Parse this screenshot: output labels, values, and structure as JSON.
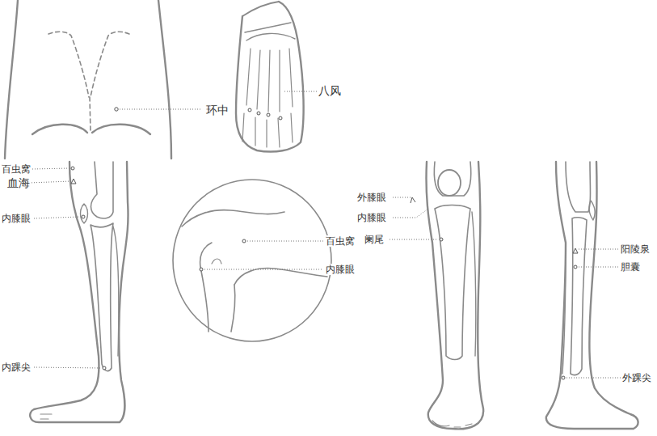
{
  "diagram": {
    "labels": [
      "环中",
      "八风",
      "百虫窝",
      "血海",
      "内膝眼",
      "内踝尖",
      "百虫窝",
      "内膝眼",
      "外膝眼",
      "内膝眼",
      "阑尾",
      "阳陵泉",
      "胆囊",
      "外踝尖"
    ]
  }
}
